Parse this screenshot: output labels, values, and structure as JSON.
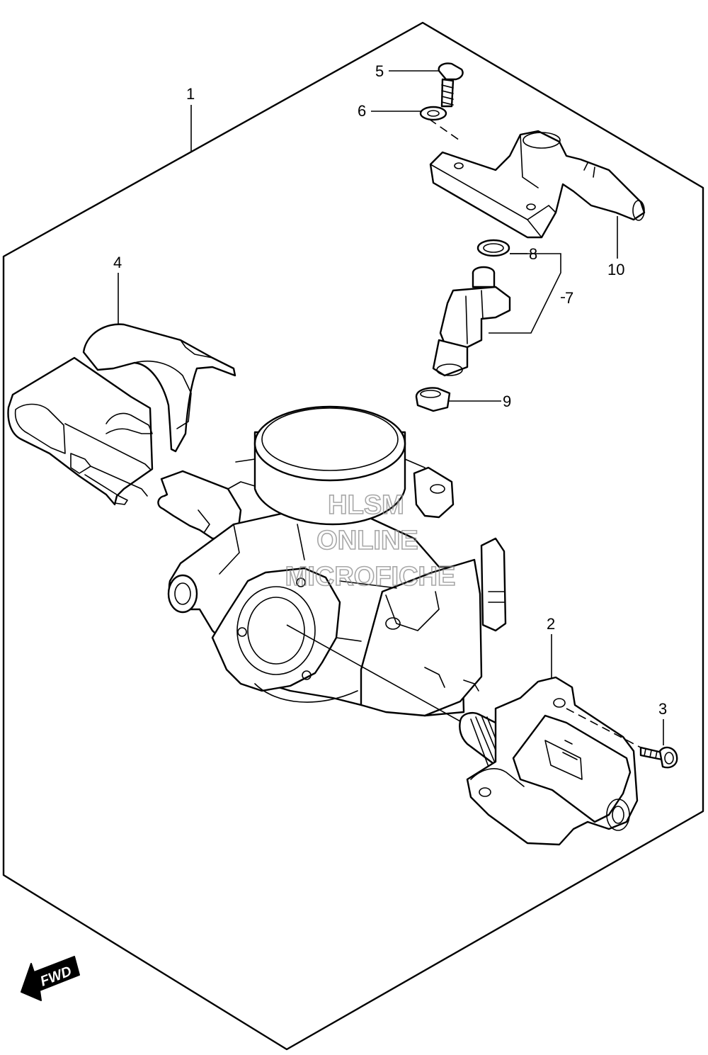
{
  "callouts": [
    {
      "id": "1",
      "label": "1"
    },
    {
      "id": "2",
      "label": "2"
    },
    {
      "id": "3",
      "label": "3"
    },
    {
      "id": "4",
      "label": "4"
    },
    {
      "id": "5",
      "label": "5"
    },
    {
      "id": "6",
      "label": "6"
    },
    {
      "id": "7",
      "label": "7"
    },
    {
      "id": "8",
      "label": "8"
    },
    {
      "id": "9",
      "label": "9"
    },
    {
      "id": "10",
      "label": "10"
    }
  ],
  "watermark": {
    "line1": "HLSM",
    "line2": "ONLINE",
    "line3": "MICROFICHE"
  },
  "direction_indicator": {
    "label": "FWD",
    "icon": "fwd-arrow-icon"
  },
  "colors": {
    "ink": "#000000",
    "background": "#ffffff",
    "watermark": "#8a8a8a"
  }
}
